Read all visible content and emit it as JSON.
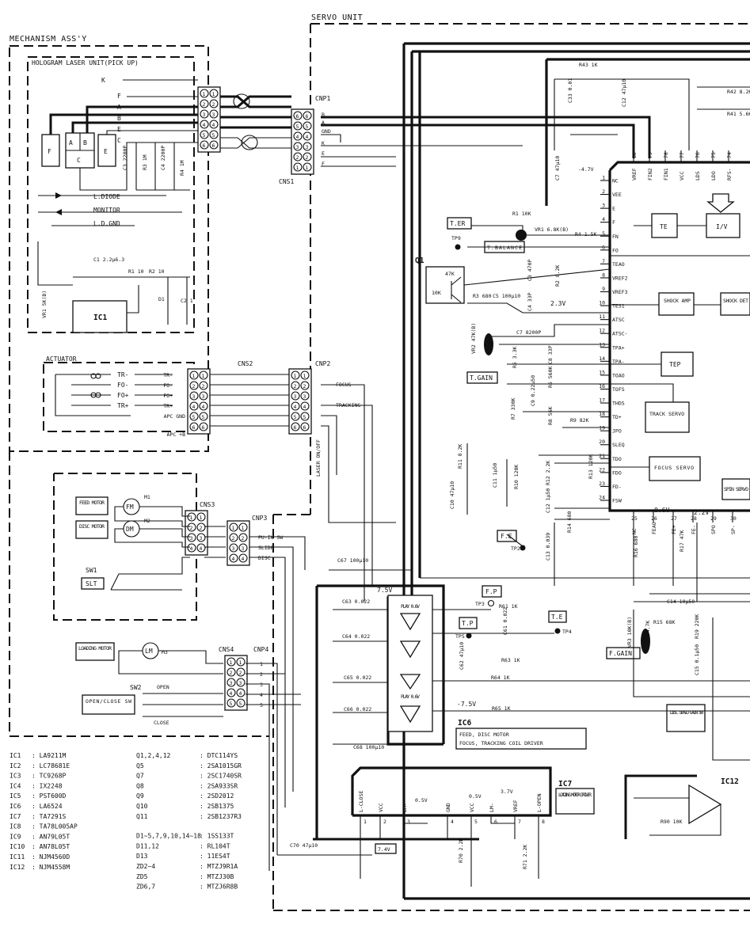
{
  "sections": {
    "servo_unit": "SERVO UNIT",
    "mechanism": "MECHANISM ASS'Y",
    "hologram": "HOLOGRAM LASER UNIT(PICK UP)",
    "actuator": "ACTUATOR"
  },
  "connectors": {
    "cnp1": "CNP1",
    "cns1": "CNS1",
    "cns2": "CNS2",
    "cnp2": "CNP2",
    "cns3": "CNS3",
    "cnp3": "CNP3",
    "cns4": "CNS4",
    "cnp4": "CNP4"
  },
  "pickup": {
    "pins": [
      "K",
      "F",
      "A",
      "B",
      "E",
      "C"
    ],
    "cnp1_pins": [
      "B",
      "A",
      "GND",
      "K",
      "E",
      "F"
    ],
    "signals": [
      "L.DIODE",
      "MONITOR",
      "L.D.GND"
    ],
    "segs": [
      "F",
      "A",
      "B",
      "C",
      "E"
    ],
    "caps": [
      "C3 2200P",
      "R3 1M",
      "C4 2200P",
      "R4 1M"
    ],
    "ic1": "IC1",
    "c1": "C1 2.2μ6.3",
    "r1": "R1 10",
    "r2": "R2 10",
    "d1": "D1",
    "c2": "C2 1",
    "vr1": "VR1 5K(B)"
  },
  "actuator": {
    "pins": [
      "TR-",
      "FO-",
      "FO+",
      "TR+"
    ],
    "cns2_pins": [
      "TR-",
      "FO-",
      "FO+",
      "TR+",
      "APC GND",
      "APC +B"
    ],
    "cnp2_sig": [
      "FOCUS",
      "TRACKING"
    ],
    "laser": "LASER ON/OFF"
  },
  "motors": {
    "feed": "FEED MOTOR",
    "disc": "DISC MOTOR",
    "fm": "FM",
    "dm": "DM",
    "m1": "M1",
    "m2": "M2",
    "sw1": "SW1",
    "slt": "SLT",
    "cnp3_sig": [
      "PU-IN SW",
      "SLIDE",
      "DISC"
    ],
    "loading": "LOADING MOTOR",
    "lm": "LM",
    "m3": "M3",
    "sw2": "SW2",
    "open_close": "OPEN/CLOSE SW",
    "open": "OPEN",
    "close": "CLOSE"
  },
  "ic2_pins": [
    {
      "n": "1",
      "l": "NC"
    },
    {
      "n": "2",
      "l": "VEE"
    },
    {
      "n": "3",
      "l": "E"
    },
    {
      "n": "4",
      "l": "F"
    },
    {
      "n": "5",
      "l": "FN"
    },
    {
      "n": "6",
      "l": "FO"
    },
    {
      "n": "7",
      "l": "TEAO"
    },
    {
      "n": "8",
      "l": "VREF2"
    },
    {
      "n": "9",
      "l": "VREF3"
    },
    {
      "n": "10",
      "l": "TES1"
    },
    {
      "n": "11",
      "l": "ATSC"
    },
    {
      "n": "12",
      "l": "ATSC-"
    },
    {
      "n": "13",
      "l": "TPA+"
    },
    {
      "n": "14",
      "l": "TPA-"
    },
    {
      "n": "15",
      "l": "TOAO"
    },
    {
      "n": "16",
      "l": "TOFS"
    },
    {
      "n": "17",
      "l": "THDS"
    },
    {
      "n": "18",
      "l": "TD+"
    },
    {
      "n": "19",
      "l": "JPO"
    },
    {
      "n": "20",
      "l": "SLEQ"
    },
    {
      "n": "21",
      "l": "TDO"
    },
    {
      "n": "22",
      "l": "FDO"
    },
    {
      "n": "23",
      "l": "FD-"
    },
    {
      "n": "24",
      "l": "FSW"
    }
  ],
  "ic2_top": [
    "VREF",
    "FIN2",
    "FIN1",
    "VCC",
    "LDS",
    "LDO",
    "RFS-"
  ],
  "ic2_bottom": [
    "NC",
    "FEAO",
    "FE+",
    "FE-",
    "SPO",
    "SP-"
  ],
  "blocks": {
    "te": "TE",
    "iv": "I/V",
    "shock_amp": "SHOCK AMP",
    "shock_det": "SHOCK DET",
    "tep": "TEP",
    "track_servo": "TRACK SERVO",
    "focus_servo": "FOCUS SERVO",
    "spin_servo": "SPIN SERVO"
  },
  "tags": {
    "ter": "T.ER",
    "tbal": "T.BALANCE",
    "tgain": "T.GAIN",
    "fe": "F.E",
    "fp": "F.P",
    "tp": "T.P",
    "te2": "T.E",
    "fgain": "F.GAIN",
    "disc_servo": "DISC SERVO GAIN SW"
  },
  "tp": [
    "TP9",
    "TP2",
    "TP3",
    "TP5",
    "TP4"
  ],
  "q1": "Q1",
  "parts_text": {
    "r43": "R43 1K",
    "c33": "C33 0.01",
    "c12": "C12 47μ10",
    "r42": "R42 8.2K",
    "r41": "R41 5.6K",
    "c7v": "C7 47μ10",
    "m47": "-4.7V",
    "r1b": "R1 10K",
    "vr1b": "VR1 6.8K(B)",
    "r4": "R4 1.5K",
    "c3": "C3 470P",
    "r2": "R2 8.2K",
    "r3": "R3 680",
    "c5": "C5 100μ10",
    "c4": "C4 33P",
    "v23": "2.3V",
    "c7": "C7 8200P",
    "vr2": "VR2 47K(B)",
    "r5": "R5 3.3K",
    "c8": "C8 33P",
    "r6": "R6 560K",
    "c9": "C9 0.22μ50",
    "r7": "R7 330K",
    "r8": "R8 56K",
    "r9": "R9 82K",
    "r11": "R11 8.2K",
    "c11": "C11 1μ50",
    "r10": "R10 120K",
    "c10": "C10 47μ10",
    "r12": "R12 2.2K",
    "r13": "R13 120K",
    "c12b": "C12 1μ50",
    "r14": "R14 680",
    "c13": "C13 0.039",
    "v06": "0.6V",
    "v22": "2.2V",
    "r16": "R16 680",
    "r17": "R17 47K",
    "c14": "C14 10μ50",
    "vr3": "VR3 10K(B)",
    "r15": "R15 68K",
    "r18": "R18 4.7K",
    "r19": "R19 220K",
    "c15": "C15 0.1μ50",
    "q1r": "47K",
    "q1r2": "10K"
  },
  "ic6": {
    "label": "IC6",
    "desc1": "FEED, DISC MOTOR",
    "desc2": "FOCUS, TRACKING COIL DRIVER",
    "play1": "PLAY 0.6V",
    "play2": "PLAY 0.6V",
    "v75": "7.5V",
    "vm75": "-7.5V",
    "caps": [
      "C63 0.022",
      "C64 0.022",
      "C65 0.022",
      "C66 0.022"
    ],
    "c67": "C67 100μ10",
    "c68": "C68 100μ10",
    "r61": "R61 1K",
    "c61": "C61 0.022",
    "r63": "R63 1K",
    "c62": "C62 47μ10",
    "r64": "R64 1K",
    "r65": "R65 1K"
  },
  "ic7": {
    "label": "IC7",
    "desc": "LOADING MOTOR DRIVER",
    "pins": [
      "L-CLOSE",
      "VCC",
      "LM+",
      "GND",
      "VCC",
      "LM-",
      "VREF",
      "L-OPEN"
    ],
    "v05a": "0.5V",
    "v05b": "0.5V",
    "v37": "3.7V",
    "v74": "7.4V",
    "c70": "C70 47μ10",
    "r70": "R70 2.2K",
    "r71": "R71 2.2K"
  },
  "ic12": {
    "label": "IC12",
    "r90": "R90 10K"
  },
  "parts_list_left": [
    {
      "id": "IC1",
      "v": ": LA9211M"
    },
    {
      "id": "IC2",
      "v": ": LC78681E"
    },
    {
      "id": "IC3",
      "v": ": TC9268P"
    },
    {
      "id": "IC4",
      "v": ": IX2248"
    },
    {
      "id": "IC5",
      "v": ": PST600D"
    },
    {
      "id": "IC6",
      "v": ": LA6524"
    },
    {
      "id": "IC7",
      "v": ": TA7291S"
    },
    {
      "id": "IC8",
      "v": ": TA78L005AP"
    },
    {
      "id": "IC9",
      "v": ": AN79L05T"
    },
    {
      "id": "IC10",
      "v": ": AN78L05T"
    },
    {
      "id": "IC11",
      "v": ": NJM4560D"
    },
    {
      "id": "IC12",
      "v": ": NJM4558M"
    }
  ],
  "parts_list_right": [
    {
      "id": "Q1,2,4,12",
      "v": ": DTC114YS"
    },
    {
      "id": "Q5",
      "v": ": 2SA1015GR"
    },
    {
      "id": "Q7",
      "v": ": 2SC1740SR"
    },
    {
      "id": "Q8",
      "v": ": 2SA933SR"
    },
    {
      "id": "Q9",
      "v": ": 2SD2012"
    },
    {
      "id": "Q10",
      "v": ": 2SB1375"
    },
    {
      "id": "Q11",
      "v": ": 2SB1237R3"
    },
    {
      "id": "D1~5,7,9,10,14~18",
      "v": ": 1SS133T"
    },
    {
      "id": "D11,12",
      "v": ": RL104T"
    },
    {
      "id": "D13",
      "v": ": 11ES4T"
    },
    {
      "id": "ZD2~4",
      "v": ": MTZJ9R1A"
    },
    {
      "id": "ZD5",
      "v": ": MTZJ30B"
    },
    {
      "id": "ZD6,7",
      "v": ": MTZJ6R8B"
    }
  ]
}
